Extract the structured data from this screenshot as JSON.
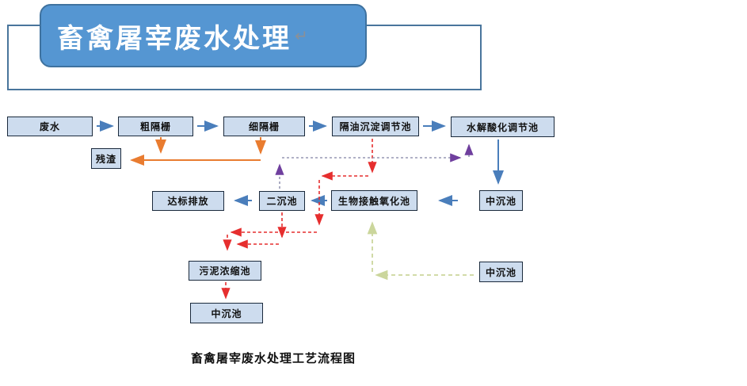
{
  "title": {
    "banner_text": "畜禽屠宰废水处理",
    "paragraph_mark": "↵"
  },
  "caption": "畜禽屠宰废水处理工艺流程图",
  "nodes": {
    "feishui": {
      "label": "废水"
    },
    "cugeshan": {
      "label": "粗隔栅"
    },
    "xigeshan": {
      "label": "细隔栅"
    },
    "geyou": {
      "label": "隔油沉淀调节池"
    },
    "shuijie": {
      "label": "水解酸化调节池"
    },
    "canzha": {
      "label": "残渣"
    },
    "dabiao": {
      "label": "达标排放"
    },
    "erchenchi": {
      "label": "二沉池"
    },
    "shengwu": {
      "label": "生物接触氧化池"
    },
    "zhongchen_right": {
      "label": "中沉池"
    },
    "zhongchen_right2": {
      "label": "中沉池"
    },
    "wuni": {
      "label": "污泥浓缩池"
    },
    "zhongchen_bottom": {
      "label": "中沉池"
    }
  },
  "colors": {
    "banner_fill": "#5596d2",
    "banner_border": "#3f729f",
    "outer_border": "#49759c",
    "box_fill": "#cddcee",
    "box_border": "#1b2a3c",
    "arrow_blue": "#4a7ebb",
    "arrow_orange": "#e97c30",
    "arrow_red": "#e62e2e",
    "arrow_purple": "#6f3f9e",
    "purple_dash": "#9697b4",
    "arrow_green": "#cbd69c"
  }
}
